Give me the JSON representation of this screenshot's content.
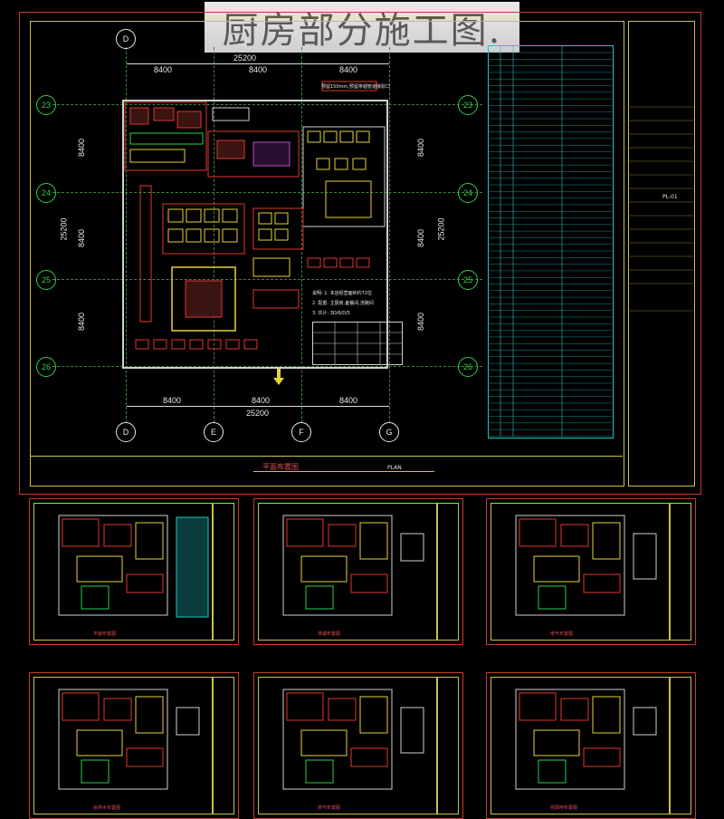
{
  "title": "厨房部分施工图.",
  "plan": {
    "dim_top_total": "25200",
    "dim_top": [
      "8400",
      "8400",
      "8400"
    ],
    "dim_bottom": [
      "8400",
      "8400",
      "8400"
    ],
    "dim_bottom_total": "25200",
    "dim_left": [
      "8400",
      "8400",
      "8400"
    ],
    "dim_left_total": "25200",
    "dim_right": [
      "8400",
      "8400",
      "8400"
    ],
    "dim_right_total": "25200",
    "axis_rows": [
      "23",
      "24",
      "25",
      "26"
    ],
    "axis_cols": [
      "D",
      "E",
      "F",
      "G"
    ],
    "header_note": "预留150mm,预留排烟管道接驳口",
    "notes": [
      "说明: 1. 本店经营面积约72位",
      "2. 配置: 主厨房,备餐间,洗碗间",
      "3. 共计: 3D/6/D/5"
    ],
    "caption": "平面布置图",
    "caption_sub": "PLAN"
  },
  "title_block": {
    "drawing_no": "PL-01"
  },
  "thumbnail_captions": [
    "平面布置图",
    "排烟布置图",
    "电气布置图",
    "给排水布置图",
    "燃气布置图",
    "强弱电布置图"
  ],
  "colors": {
    "frame": "#c93a2e",
    "inner_frame": "#c9c24a",
    "axis": "#2ad14b",
    "legend": "#1fc7c7",
    "equipment_red": "#e2362f",
    "equipment_yellow": "#e5d23a"
  }
}
